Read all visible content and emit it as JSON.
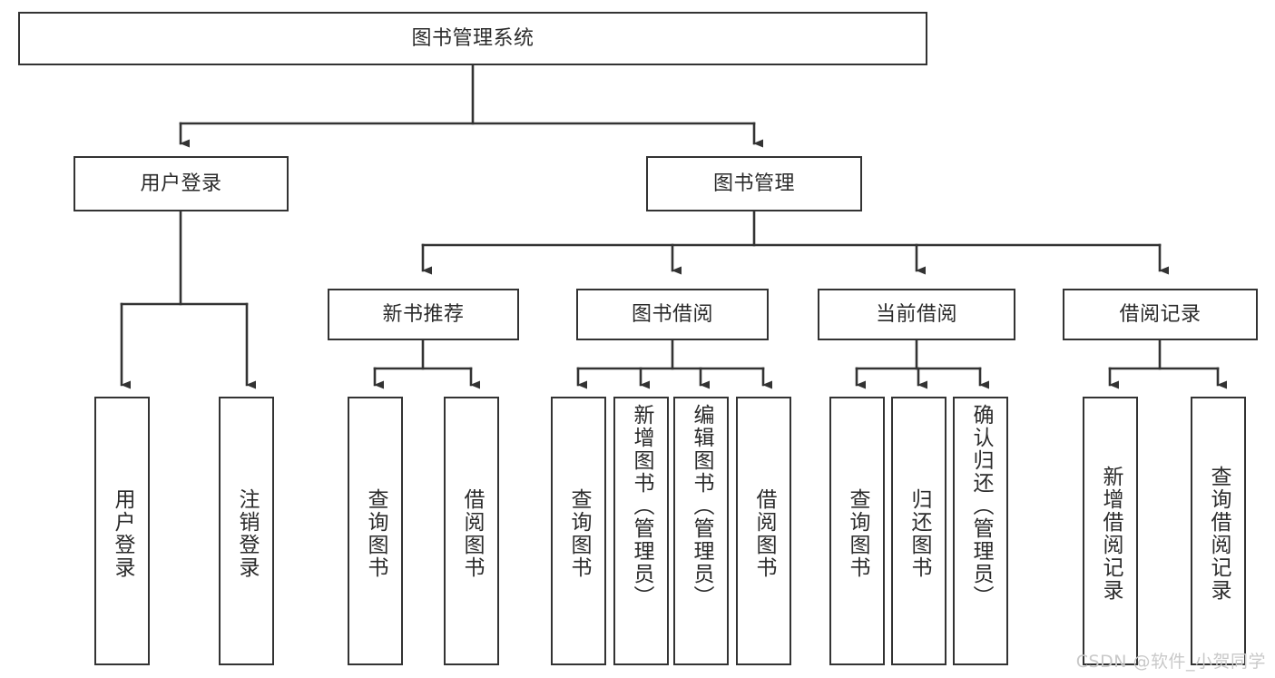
{
  "diagram": {
    "title": "图书管理系统",
    "type": "tree-hierarchy-diagram",
    "colors": {
      "background": "#ffffff",
      "box_border": "#333333",
      "box_fill": "#ffffff",
      "connector": "#333333",
      "text": "#2b2b2b",
      "watermark": "#c9c9c9"
    }
  },
  "root": {
    "label": "图书管理系统"
  },
  "level2": {
    "user_login": {
      "label": "用户登录"
    },
    "book_manage": {
      "label": "图书管理"
    }
  },
  "level3": {
    "new_book_recommend": {
      "label": "新书推荐"
    },
    "book_borrow": {
      "label": "图书借阅"
    },
    "current_borrow": {
      "label": "当前借阅"
    },
    "borrow_record": {
      "label": "借阅记录"
    }
  },
  "leaves": {
    "user_login": [
      {
        "label": "用户登录"
      },
      {
        "label": "注销登录"
      }
    ],
    "new_book_recommend": [
      {
        "label": "查询图书"
      },
      {
        "label": "借阅图书"
      }
    ],
    "book_borrow": [
      {
        "label": "查询图书"
      },
      {
        "label": "新增图书（管理员）"
      },
      {
        "label": "编辑图书（管理员）"
      },
      {
        "label": "借阅图书"
      }
    ],
    "current_borrow": [
      {
        "label": "查询图书"
      },
      {
        "label": "归还图书"
      },
      {
        "label": "确认归还（管理员）"
      }
    ],
    "borrow_record": [
      {
        "label": "新增借阅记录"
      },
      {
        "label": "查询借阅记录"
      }
    ]
  },
  "watermark": {
    "text": "CSDN @软件_小贺同学"
  }
}
